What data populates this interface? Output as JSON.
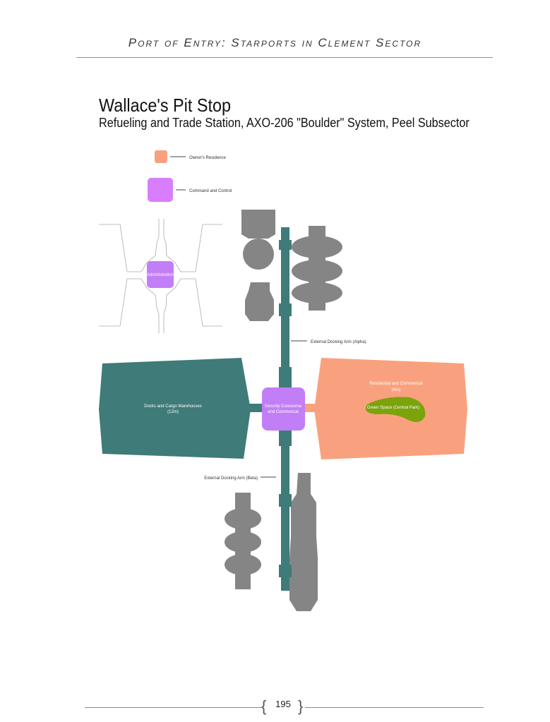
{
  "header": {
    "running_title": "Port of Entry: Starports in Clement Sector"
  },
  "page": {
    "title": "Wallace's Pit Stop",
    "subtitle": "Refueling and Trade Station, AXO-206 \"Boulder\" System, Peel Subsector",
    "number": "195"
  },
  "diagram": {
    "legend": {
      "owners_residence": "Owner's Residence",
      "command_control": "Command and Control"
    },
    "labels": {
      "administration": "Administration",
      "docking_alpha": "External Docking Arm (Alpha)",
      "docking_beta": "External Docking Arm (Beta)",
      "docks_1": "Docks and Cargo Warehouses",
      "docks_2": "(12m)",
      "security_1": "Security Concourse",
      "security_2": "and Commerical",
      "residential_1": "Residential and Commerical",
      "residential_2": "(6m)",
      "green": "Green Space (Central Park)"
    },
    "colors": {
      "teal": "#3f7b78",
      "salmon": "#f9a17e",
      "purple": "#d97dff",
      "admin": "#c27ef7",
      "gray": "#858585",
      "green": "#7aa30c"
    }
  }
}
